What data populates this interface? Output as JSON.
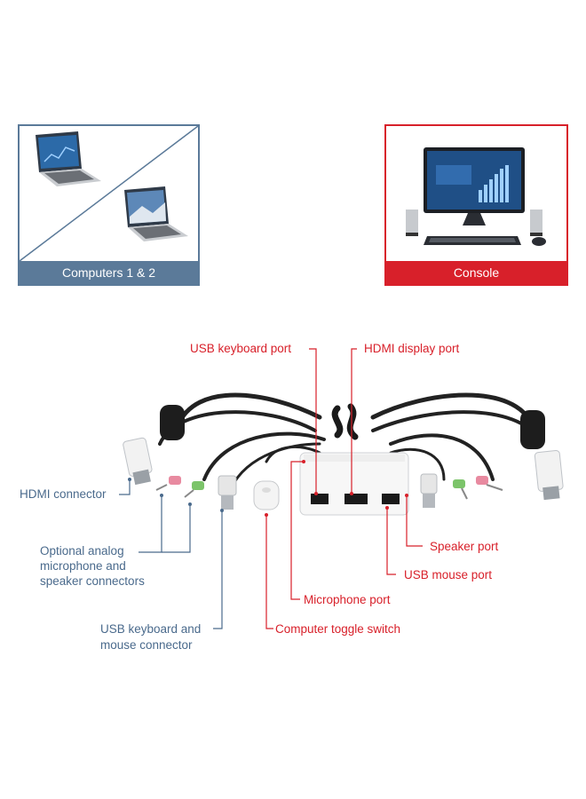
{
  "panels": {
    "computers_label": "Computers 1 & 2",
    "console_label": "Console"
  },
  "callouts": {
    "usb_keyboard_port": "USB keyboard port",
    "hdmi_display_port": "HDMI display port",
    "hdmi_connector": "HDMI connector",
    "analog_connectors": [
      "Optional analog",
      "microphone and",
      "speaker connectors"
    ],
    "speaker_port": "Speaker port",
    "usb_mouse_port": "USB mouse port",
    "microphone_port": "Microphone port",
    "usb_connector": [
      "USB keyboard and",
      "mouse connector"
    ],
    "toggle_switch": "Computer toggle switch"
  },
  "colors": {
    "accent_red": "#d8202a",
    "accent_blue": "#5b7a99",
    "leader_red": "#d8202a",
    "leader_blue": "#4a6a8c"
  }
}
